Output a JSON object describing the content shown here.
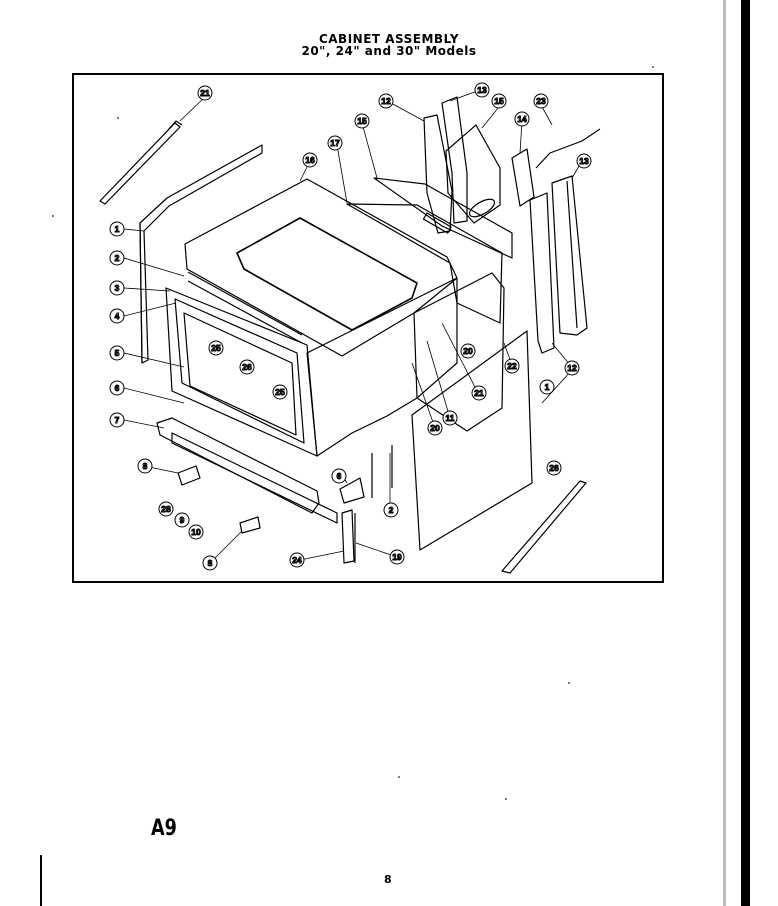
{
  "header": {
    "title": "CABINET ASSEMBLY",
    "subtitle": "20\", 24\" and 30\" Models"
  },
  "callouts": [
    "21",
    "12",
    "13",
    "15",
    "23",
    "14",
    "16",
    "17",
    "15",
    "13",
    "1",
    "2",
    "3",
    "4",
    "25",
    "26",
    "25",
    "5",
    "6",
    "7",
    "8",
    "28",
    "9",
    "10",
    "8",
    "24",
    "19",
    "2",
    "6",
    "20",
    "11",
    "21",
    "22",
    "20",
    "1",
    "12",
    "26"
  ],
  "footer": {
    "plate_label": "A9",
    "page_number": "8"
  }
}
